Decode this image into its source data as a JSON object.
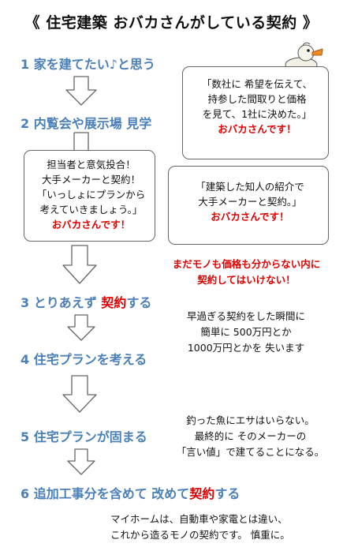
{
  "title": "《 住宅建築 おバカさんがしている契約 》",
  "steps": [
    {
      "num": "1",
      "text": "家を建てたい♪と思う"
    },
    {
      "num": "2",
      "text": "内覧会や展示場 見学"
    },
    {
      "num": "3",
      "text_a": "とりあえず ",
      "text_red": "契約",
      "text_b": "する"
    },
    {
      "num": "4",
      "text": "住宅プランを考える"
    },
    {
      "num": "5",
      "text": "住宅プランが固まる"
    },
    {
      "num": "6",
      "text_a": "追加工事分を含めて 改めて",
      "text_red": "契約",
      "text_b": "する"
    }
  ],
  "box1": {
    "lines": [
      "「数社に 希望を伝えて、",
      "持参した間取りと価格",
      "を見て、1社に決めた。」"
    ],
    "tag": "おバカさんです！"
  },
  "box2": {
    "lines": [
      "担当者と意気投合！",
      "大手メーカーと契約！",
      "「いっしょにプランから",
      "考えていきましょう。」"
    ],
    "tag": "おバカさんです！"
  },
  "box3": {
    "lines": [
      "「建築した知人の紹介で",
      "大手メーカーと契約。」"
    ],
    "tag": "おバカさんです！"
  },
  "warning": [
    "まだモノも価格も分からない内に",
    "契約してはいけない！"
  ],
  "note3": [
    "早過ぎる契約をした瞬間に",
    "簡単に 500万円とか",
    "1000万円とかを 失います"
  ],
  "note5": [
    "釣った魚にエサはいらない。",
    "最終的に そのメーカーの",
    "「言い値」で建てることになる。"
  ],
  "footer": [
    "マイホームは、自動車や家電とは違い、",
    "これから造るモノの契約です。 慎重に。"
  ],
  "colors": {
    "step": "#4a7fb8",
    "accent": "#e00000",
    "arrow_stroke": "#666666"
  },
  "icons": [
    "duck-mascot-icon"
  ]
}
